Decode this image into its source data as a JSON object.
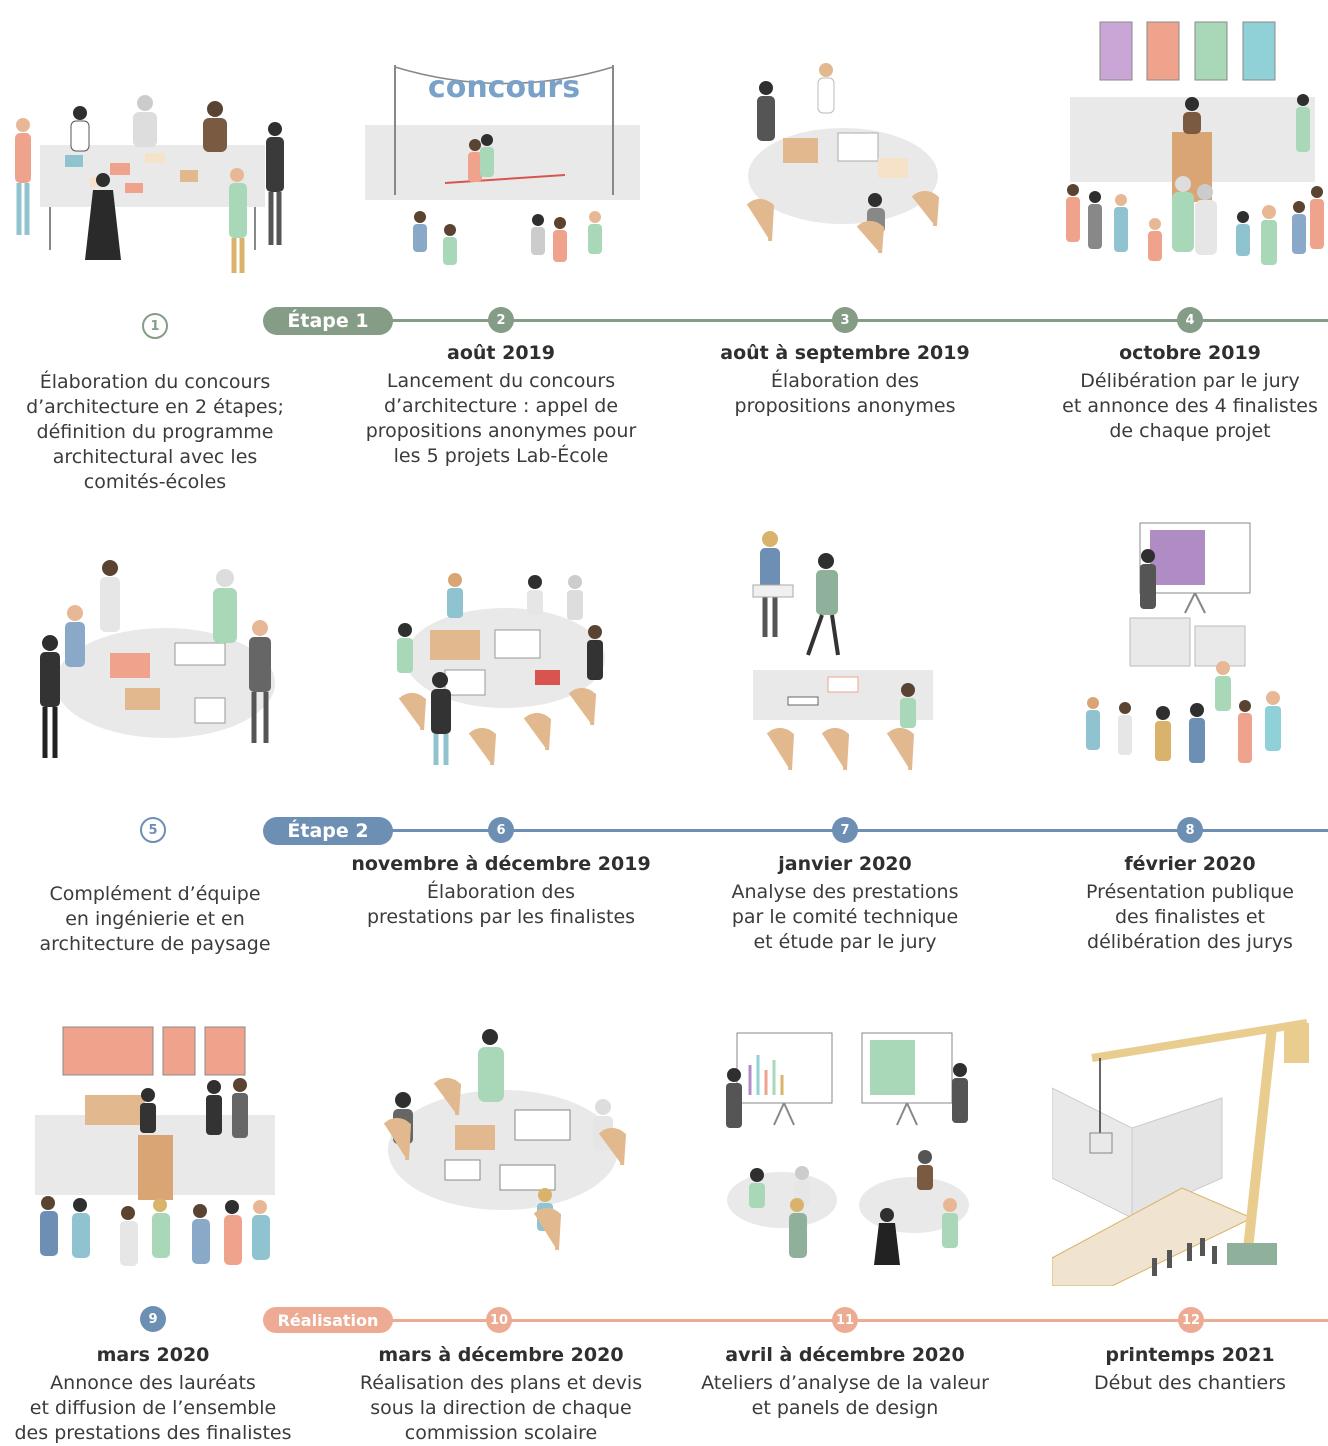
{
  "colors": {
    "etape1": "#859c86",
    "etape2": "#6d8fb4",
    "realisation": "#edab94"
  },
  "sections": [
    {
      "label": "Étape 1",
      "color": "#859c86"
    },
    {
      "label": "Étape 2",
      "color": "#6d8fb4"
    },
    {
      "label": "Réalisation",
      "color": "#edab94"
    }
  ],
  "banner_text": "concours",
  "steps": [
    {
      "num": "1",
      "date": "",
      "desc": "Élaboration du concours\nd’architecture en 2 étapes;\ndéfinition du programme\narchitectural avec les\ncomités-écoles"
    },
    {
      "num": "2",
      "date": "août 2019",
      "desc": "Lancement du concours\nd’architecture : appel de\npropositions anonymes pour\nles 5 projets Lab-École"
    },
    {
      "num": "3",
      "date": "août à septembre 2019",
      "desc": "Élaboration des\npropositions anonymes"
    },
    {
      "num": "4",
      "date": "octobre 2019",
      "desc": "Délibération par le jury\net annonce des 4 finalistes\nde chaque projet"
    },
    {
      "num": "5",
      "date": "",
      "desc": "Complément d’équipe\nen ingénierie et en\narchitecture de paysage"
    },
    {
      "num": "6",
      "date": "novembre à décembre 2019",
      "desc": "Élaboration des\nprestations par les finalistes"
    },
    {
      "num": "7",
      "date": "janvier 2020",
      "desc": "Analyse des prestations\npar le comité technique\net étude par le jury"
    },
    {
      "num": "8",
      "date": "février 2020",
      "desc": "Présentation publique\ndes finalistes et\ndélibération des jurys"
    },
    {
      "num": "9",
      "date": "mars 2020",
      "desc": "Annonce des lauréats\net diffusion de l’ensemble\ndes prestations des finalistes"
    },
    {
      "num": "10",
      "date": "mars à décembre 2020",
      "desc": "Réalisation des plans et devis\nsous la direction de chaque\ncommission scolaire"
    },
    {
      "num": "11",
      "date": "avril à décembre 2020",
      "desc": "Ateliers d’analyse de la valeur\net panels de design"
    },
    {
      "num": "12",
      "date": "printemps 2021",
      "desc": "Début des chantiers"
    }
  ]
}
